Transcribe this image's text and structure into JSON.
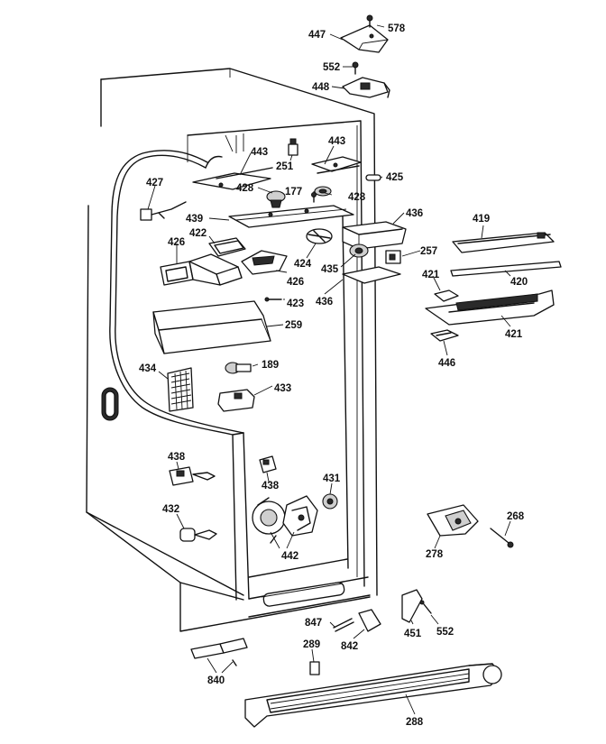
{
  "labels": [
    {
      "id": "578",
      "text": "578"
    },
    {
      "id": "447",
      "text": "447"
    },
    {
      "id": "552a",
      "text": "552"
    },
    {
      "id": "448",
      "text": "448"
    },
    {
      "id": "443a",
      "text": "443"
    },
    {
      "id": "443b",
      "text": "443"
    },
    {
      "id": "251",
      "text": "251"
    },
    {
      "id": "425",
      "text": "425"
    },
    {
      "id": "427",
      "text": "427"
    },
    {
      "id": "428a",
      "text": "428"
    },
    {
      "id": "177",
      "text": "177"
    },
    {
      "id": "428b",
      "text": "428"
    },
    {
      "id": "439",
      "text": "439"
    },
    {
      "id": "436a",
      "text": "436"
    },
    {
      "id": "419",
      "text": "419"
    },
    {
      "id": "422",
      "text": "422"
    },
    {
      "id": "426a",
      "text": "426"
    },
    {
      "id": "424",
      "text": "424"
    },
    {
      "id": "435",
      "text": "435"
    },
    {
      "id": "257",
      "text": "257"
    },
    {
      "id": "426b",
      "text": "426"
    },
    {
      "id": "436b",
      "text": "436"
    },
    {
      "id": "421a",
      "text": "421"
    },
    {
      "id": "420",
      "text": "420"
    },
    {
      "id": "423",
      "text": "423"
    },
    {
      "id": "259",
      "text": "259"
    },
    {
      "id": "421b",
      "text": "421"
    },
    {
      "id": "446",
      "text": "446"
    },
    {
      "id": "434",
      "text": "434"
    },
    {
      "id": "189",
      "text": "189"
    },
    {
      "id": "433",
      "text": "433"
    },
    {
      "id": "438a",
      "text": "438"
    },
    {
      "id": "438b",
      "text": "438"
    },
    {
      "id": "431",
      "text": "431"
    },
    {
      "id": "432",
      "text": "432"
    },
    {
      "id": "268",
      "text": "268"
    },
    {
      "id": "442",
      "text": "442"
    },
    {
      "id": "278",
      "text": "278"
    },
    {
      "id": "847",
      "text": "847"
    },
    {
      "id": "842",
      "text": "842"
    },
    {
      "id": "451",
      "text": "451"
    },
    {
      "id": "552b",
      "text": "552"
    },
    {
      "id": "289",
      "text": "289"
    },
    {
      "id": "840",
      "text": "840"
    },
    {
      "id": "288",
      "text": "288"
    }
  ]
}
